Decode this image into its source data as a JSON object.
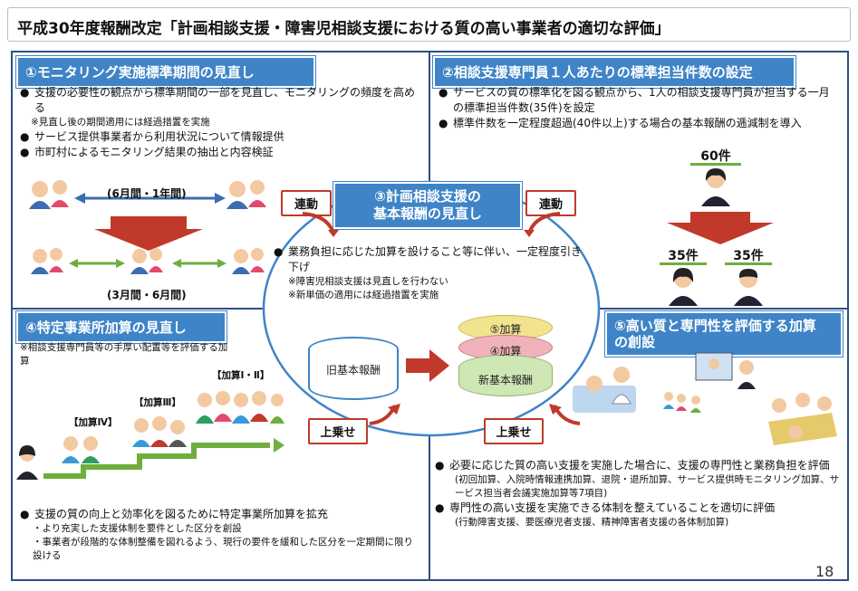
{
  "title": "平成30年度報酬改定「計画相談支援・障害児相談支援における質の高い事業者の適切な評価」",
  "page_number": "18",
  "section1": {
    "heading": "①モニタリング実施標準期間の見直し",
    "bullets": [
      "支援の必要性の観点から標準期間の一部を見直し、モニタリングの頻度を高める",
      "サービス提供事業者から利用状況について情報提供",
      "市町村によるモニタリング結果の抽出と内容検証"
    ],
    "note": "※見直し後の期間適用には経過措置を実施",
    "period_before": "(6月間・1年間)",
    "period_after": "(3月間・6月間)"
  },
  "section2": {
    "heading": "②相談支援専門員１人あたりの標準担当件数の設定",
    "bullets": [
      "サービスの質の標準化を図る観点から、1人の相談支援専門員が担当する一月の標準担当件数(35件)を設定",
      "標準件数を一定程度超過(40件以上)する場合の基本報酬の逓減制を導入"
    ],
    "count_before": "60件",
    "count_after_1": "35件",
    "count_after_2": "35件"
  },
  "section3": {
    "heading_line1": "③計画相談支援の",
    "heading_line2": "基本報酬の見直し",
    "link_left": "連動",
    "link_right": "連動",
    "bullet": "業務負担に応じた加算を設けること等に伴い、一定程度引き下げ",
    "notes": [
      "※障害児相談支援は見直しを行わない",
      "※新単価の適用には経過措置を実施"
    ],
    "old_base": "旧基本報酬",
    "layer5": "⑤加算",
    "layer4": "④加算",
    "new_base": "新基本報酬",
    "uplift_left": "上乗せ",
    "uplift_right": "上乗せ"
  },
  "section4": {
    "heading": "④特定事業所加算の見直し",
    "note": "※相談支援専門員等の手厚い配置等を評価する加算",
    "label_1_2": "【加算Ⅰ・Ⅱ】",
    "label_3": "【加算Ⅲ】",
    "label_4": "【加算Ⅳ】",
    "bullet": "支援の質の向上と効率化を図るために特定事業所加算を拡充",
    "subs": [
      "・より充実した支援体制を要件とした区分を創設",
      "・事業者が段階的な体制整備を図れるよう、現行の要件を緩和した区分を一定期間に限り設ける"
    ]
  },
  "section5": {
    "heading_line1": "⑤高い質と専門性を評価する加算",
    "heading_line2": "の創設",
    "bullet1": "必要に応じた質の高い支援を実施した場合に、支援の専門性と業務負担を評価",
    "detail1": "(初回加算、入院時情報連携加算、退院・退所加算、サービス提供時モニタリング加算、サービス担当者会議実施加算等7項目)",
    "bullet2": "専門性の高い支援を実施できる体制を整えていることを適切に評価",
    "detail2": "(行動障害支援、要医療児者支援、精神障害者支援の各体制加算)"
  }
}
